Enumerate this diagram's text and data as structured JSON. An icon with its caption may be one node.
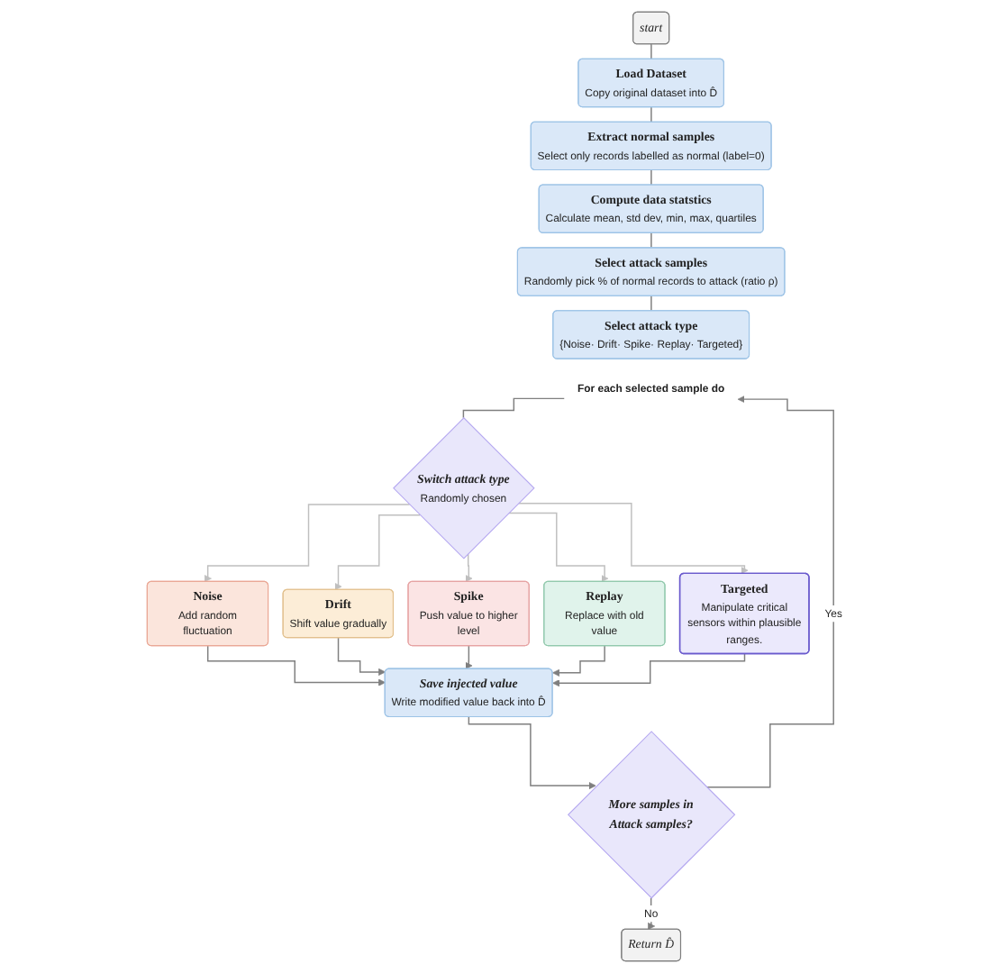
{
  "diagram": {
    "nodes": [
      {
        "text": [
          "start"
        ]
      },
      {
        "text": [
          "Load Dataset",
          "Copy original dataset into D̂"
        ]
      },
      {
        "text": [
          "Extract normal samples",
          "Select only records labelled as normal (label=0)"
        ]
      },
      {
        "text": [
          "Compute data statstics",
          "Calculate mean, std dev, min, max, quartiles"
        ]
      },
      {
        "text": [
          "Select attack samples",
          "Randomly pick % of normal records to attack (ratio ρ)"
        ]
      },
      {
        "text": [
          "Select attack type",
          "{Noise· Drift· Spike· Replay· Targeted}"
        ]
      },
      {
        "text": [
          "For each selected sample do"
        ]
      },
      {
        "text": [
          "Switch attack type",
          "Randomly chosen"
        ]
      },
      {
        "text": [
          "Noise",
          "Add random fluctuation"
        ]
      },
      {
        "text": [
          "Drift",
          "Shift value gradually"
        ]
      },
      {
        "text": [
          "Spike",
          "Push value to higher level"
        ]
      },
      {
        "text": [
          "Replay",
          "Replace with old value"
        ]
      },
      {
        "text": [
          "Targeted",
          "Manipulate critical sensors within plausible ranges."
        ]
      },
      {
        "text": [
          "Save injected value",
          "Write modified value back into D̂"
        ]
      },
      {
        "text": [
          "More samples in Attack samples?"
        ]
      },
      {
        "text": [
          "Return D̂"
        ]
      }
    ],
    "edges": [
      {
        "from": 0,
        "to": 1,
        "arrow": "none"
      },
      {
        "from": 1,
        "to": 2,
        "arrow": "none"
      },
      {
        "from": 2,
        "to": 3,
        "arrow": "none"
      },
      {
        "from": 3,
        "to": 4,
        "arrow": "none"
      },
      {
        "from": 4,
        "to": 5,
        "arrow": "none"
      },
      {
        "from": 6,
        "to": 7,
        "arrow": "none"
      },
      {
        "from": 7,
        "to": 8,
        "arrow": "to",
        "color": "#bfbfbf"
      },
      {
        "from": 7,
        "to": 9,
        "arrow": "to",
        "color": "#bfbfbf"
      },
      {
        "from": 7,
        "to": 10,
        "arrow": "to",
        "color": "#bfbfbf"
      },
      {
        "from": 7,
        "to": 11,
        "arrow": "to",
        "color": "#bfbfbf"
      },
      {
        "from": 7,
        "to": 12,
        "arrow": "to",
        "color": "#bfbfbf"
      },
      {
        "from": 8,
        "to": 13,
        "arrow": "to"
      },
      {
        "from": 9,
        "to": 13,
        "arrow": "to"
      },
      {
        "from": 10,
        "to": 13,
        "arrow": "to"
      },
      {
        "from": 11,
        "to": 13,
        "arrow": "to"
      },
      {
        "from": 12,
        "to": 13,
        "arrow": "to"
      },
      {
        "from": 13,
        "to": 14,
        "arrow": "to"
      },
      {
        "from": 14,
        "to": 15,
        "arrow": "to",
        "label": "No"
      },
      {
        "from": 14,
        "to": 6,
        "arrow": "to",
        "label": "Yes"
      }
    ]
  }
}
